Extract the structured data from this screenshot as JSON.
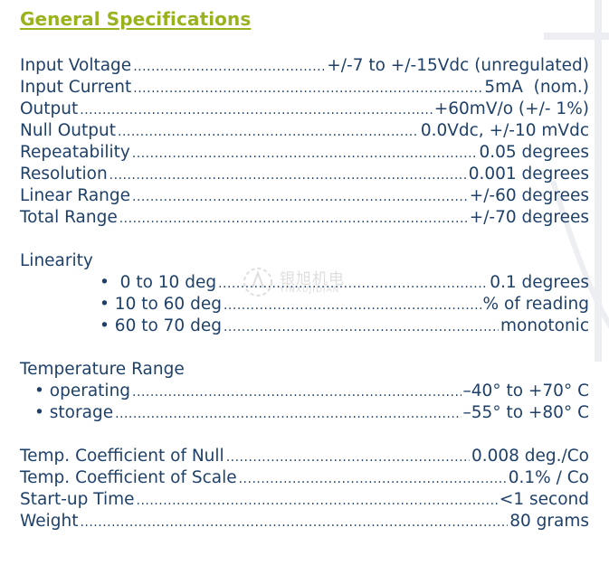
{
  "title": "General Specifications",
  "general": [
    {
      "label": "Input Voltage",
      "value": "+/-7 to +/-15Vdc (unregulated)"
    },
    {
      "label": "Input Current",
      "value": "5mA  (nom.)"
    },
    {
      "label": "Output",
      "value": "+60mV/o (+/- 1%)"
    },
    {
      "label": "Null Output",
      "value": "0.0Vdc, +/-10 mVdc"
    },
    {
      "label": "Repeatability",
      "value": "0.05 degrees"
    },
    {
      "label": "Resolution",
      "value": "0.001 degrees"
    },
    {
      "label": "Linear Range",
      "value": "+/-60 degrees"
    },
    {
      "label": "Total Range",
      "value": "+/-70 degrees"
    }
  ],
  "linearity": {
    "heading": "Linearity",
    "items": [
      {
        "label": "•  0 to 10 deg",
        "value": "0.1 degrees"
      },
      {
        "label": "• 10 to 60 deg",
        "value": "% of reading"
      },
      {
        "label": "• 60 to 70 deg",
        "value": "monotonic"
      }
    ]
  },
  "temperature": {
    "heading": "Temperature Range",
    "items": [
      {
        "label": "• operating",
        "value": "–40° to +70° C"
      },
      {
        "label": "• storage",
        "value": "–55° to +80° C"
      }
    ]
  },
  "misc": [
    {
      "label": "Temp. Coefficient of Null",
      "value": "0.008 deg./Co"
    },
    {
      "label": "Temp. Coefficient of Scale",
      "value": "0.1% / Co"
    },
    {
      "label": "Start-up Time",
      "value": "<1 second"
    },
    {
      "label": "Weight",
      "value": "80 grams"
    }
  ],
  "watermark": {
    "text": "银旭机电",
    "sub": "YINXUJIDIAN"
  },
  "colors": {
    "title": "#9ab21e",
    "text": "#1f4069"
  }
}
